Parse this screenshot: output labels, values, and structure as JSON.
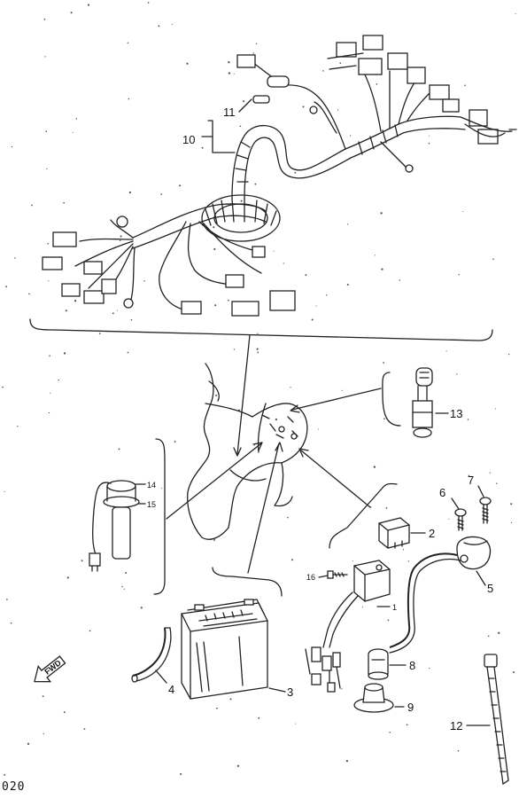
{
  "diagram": {
    "callouts": {
      "c1": "1",
      "c2": "2",
      "c3": "3",
      "c4": "4",
      "c5": "5",
      "c6": "6",
      "c7": "7",
      "c8": "8",
      "c9": "9",
      "c10": "10",
      "c11": "11",
      "c12": "12",
      "c13": "13",
      "c14": "14",
      "c15": "15",
      "c16": "16"
    },
    "fwd_label": "FWD",
    "page_code": "020"
  }
}
